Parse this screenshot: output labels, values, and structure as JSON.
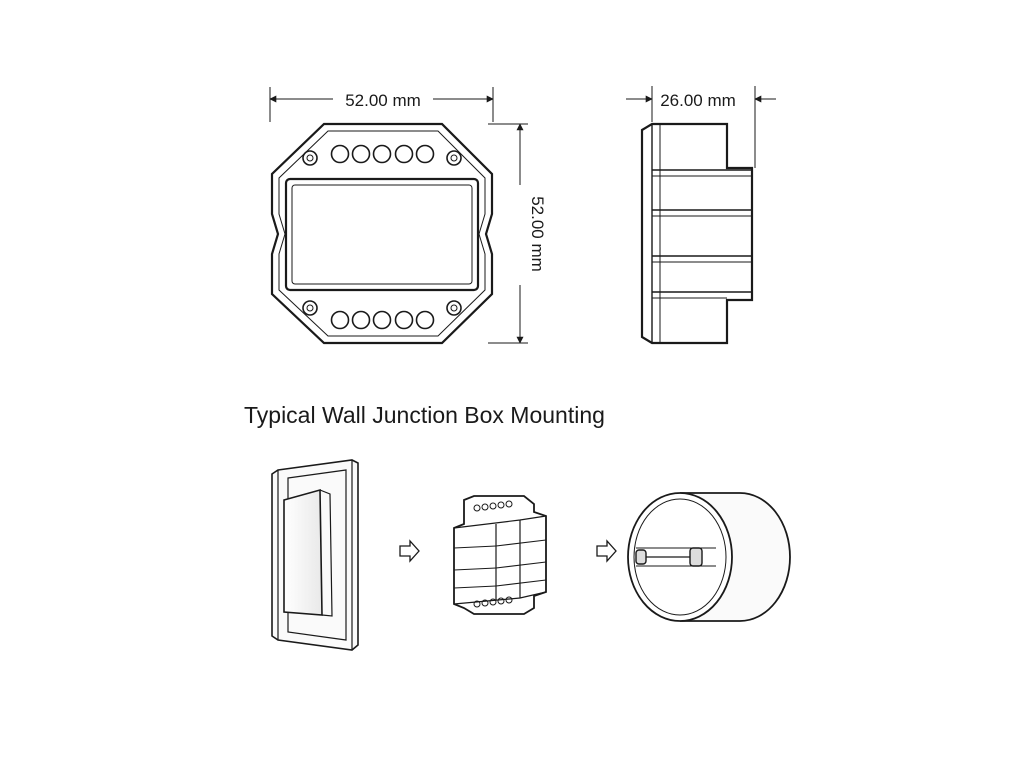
{
  "dimensions": {
    "width_label": "52.00 mm",
    "height_label": "52.00 mm",
    "depth_label": "26.00 mm"
  },
  "mounting": {
    "heading": "Typical Wall Junction Box Mounting"
  }
}
